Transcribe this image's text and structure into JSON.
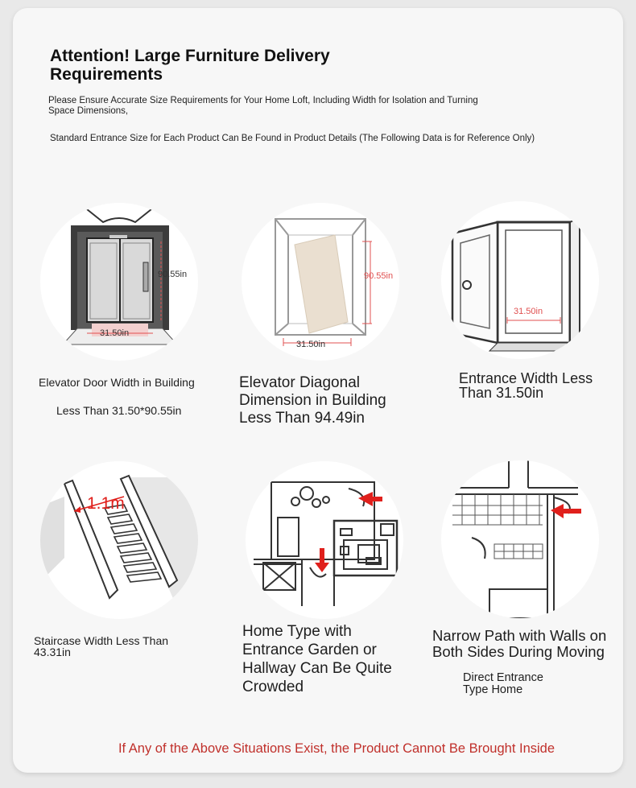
{
  "header": {
    "title": "Attention! Large Furniture Delivery Requirements",
    "intro_1": "Please Ensure Accurate Size Requirements for Your Home Loft, Including Width for Isolation and Turning Space Dimensions,",
    "intro_2": "Standard Entrance Size for Each Product Can Be Found in Product Details (The Following Data is for Reference Only)"
  },
  "items": [
    {
      "caption": "Elevator Door Width in Building",
      "sub": "Less Than 31.50*90.55in",
      "dims": {
        "height": "90.55in",
        "width": "31.50in"
      },
      "icon": "elevator-door-icon"
    },
    {
      "caption": "Elevator Diagonal Dimension in Building Less Than 94.49in",
      "dims": {
        "height": "90.55in",
        "width": "31.50in"
      },
      "icon": "elevator-diagonal-icon"
    },
    {
      "caption": "Entrance Width Less Than 31.50in",
      "dims": {
        "width": "31.50in"
      },
      "icon": "entrance-door-icon"
    },
    {
      "caption": "Staircase Width Less Than 43.31in",
      "dims": {
        "width": "1.1m"
      },
      "icon": "staircase-icon"
    },
    {
      "caption": "Home Type with Entrance Garden or Hallway Can Be Quite Crowded",
      "icon": "floor-plan-icon"
    },
    {
      "caption": "Narrow Path with Walls on Both Sides During Moving",
      "sub": "Direct Entrance Type Home",
      "icon": "narrow-path-icon"
    }
  ],
  "footer": {
    "warning": "If Any of the Above Situations Exist, the Product Cannot Be Brought Inside"
  },
  "colors": {
    "accent_red": "#e0201c",
    "dim_line": "#e05050",
    "footer_text": "#c0302b"
  }
}
